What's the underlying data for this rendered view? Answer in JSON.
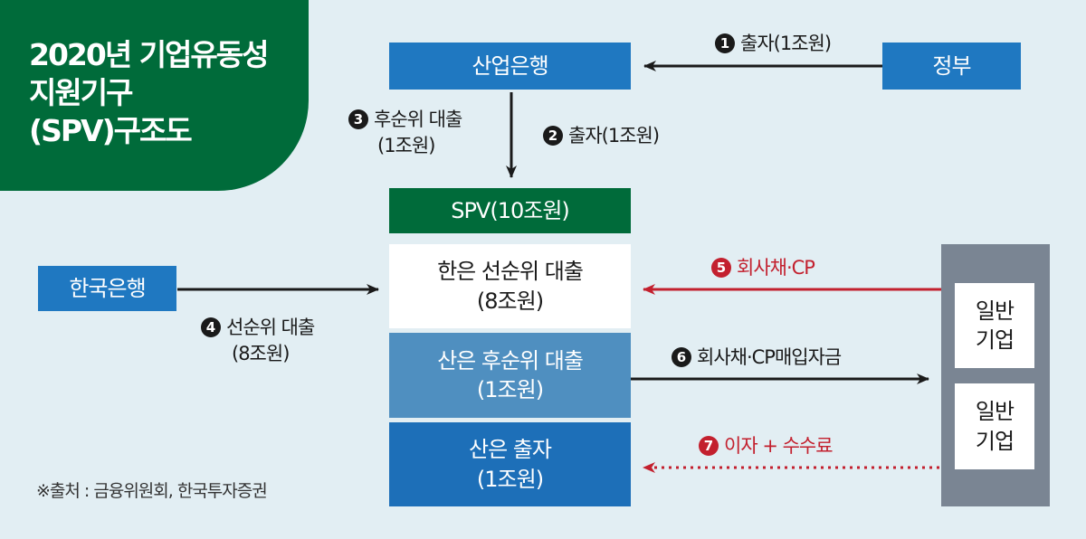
{
  "title": {
    "line1": "2020년 기업유동성",
    "line2": "지원기구",
    "line3": "(SPV)구조도"
  },
  "nodes": {
    "kdb": "산업은행",
    "gov": "정부",
    "spv": "SPV(10조원)",
    "bok": "한국은행",
    "senior": {
      "line1": "한은 선순위 대출",
      "line2": "(8조원)"
    },
    "sub": {
      "line1": "산은 후순위 대출",
      "line2": "(1조원)"
    },
    "equity": {
      "line1": "산은 출자",
      "line2": "(1조원)"
    },
    "corp1": {
      "line1": "일반",
      "line2": "기업"
    },
    "corp2": {
      "line1": "일반",
      "line2": "기업"
    }
  },
  "flows": [
    {
      "num": "1",
      "label": "출자(1조원)"
    },
    {
      "num": "2",
      "label": "출자(1조원)"
    },
    {
      "num": "3",
      "label": "후순위 대출",
      "label2": "(1조원)"
    },
    {
      "num": "4",
      "label": "선순위 대출",
      "label2": "(8조원)"
    },
    {
      "num": "5",
      "label": "회사채·CP"
    },
    {
      "num": "6",
      "label": "회사채·CP매입자금"
    },
    {
      "num": "7",
      "label": "이자 + 수수료"
    }
  ],
  "source": "※출처 : 금융위원회, 한국투자증권",
  "colors": {
    "green": "#006b3a",
    "blue": "#1f78c1",
    "lightblue": "#4f8fc0",
    "darkblue": "#1d6fb8",
    "gray": "#7a8593",
    "red": "#c3202e",
    "bg": "#e2eef3"
  }
}
